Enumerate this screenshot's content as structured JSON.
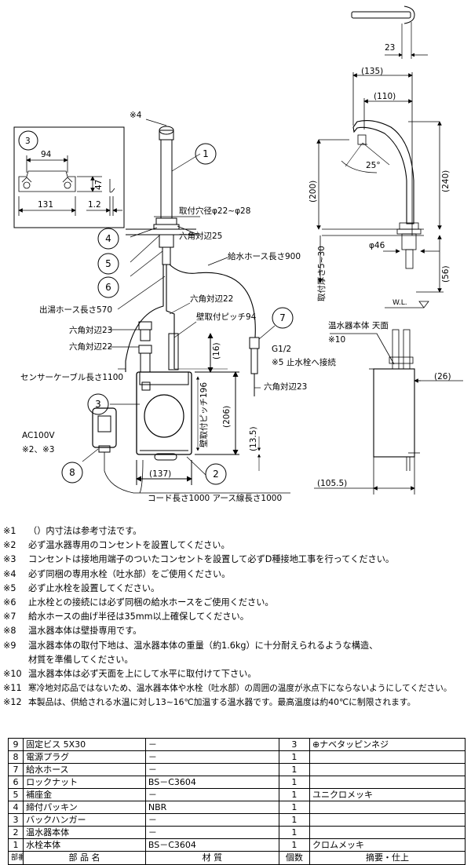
{
  "drawing": {
    "labels": {
      "note4": "※4",
      "dim_23": "23",
      "dim_135": "(135)",
      "dim_110": "(110)",
      "dim_200": "(200)",
      "dim_240": "(240)",
      "angle_25": "25°",
      "dim_phi46": "φ46",
      "dim_56": "(56)",
      "panel_thickness": "取付厚さ5~30",
      "wl": "W.L.",
      "heater_top": "温水器本体 天面",
      "note10": "※10",
      "dim_26": "(26)",
      "dim_105_5": "(105.5)",
      "hanger_94": "94",
      "hanger_47": "47",
      "hanger_131": "131",
      "hanger_1_2": "1.2",
      "hole_dia": "取付穴径φ22~φ28",
      "hex25": "六角対辺25",
      "supply_hose_len": "給水ホース長さ900",
      "hot_hose_len": "出湯ホース長さ570",
      "hex22_top": "六角対辺22",
      "wall_pitch_94": "壁取付ピッチ94",
      "hex23_left": "六角対辺23",
      "hex22_left": "六角対辺22",
      "dim_16": "(16)",
      "g12": "G1/2",
      "note5_text": "※5  止水栓へ接続",
      "hex23_right": "六角対辺23",
      "sensor_cable": "センサーケーブル長さ1100",
      "dim_206": "(206)",
      "wall_pitch_196": "壁取付ピッチ196",
      "dim_13_5": "(13.5)",
      "ac100v": "AC100V",
      "note23": "※2、※3",
      "dim_137": "(137)",
      "cord_len": "コード長さ1000  アース線長さ1000"
    },
    "callouts": [
      "1",
      "2",
      "3",
      "4",
      "5",
      "6",
      "7",
      "8",
      "3"
    ]
  },
  "notes": [
    {
      "mark": "※1",
      "text": "（）内寸法は参考寸法です。"
    },
    {
      "mark": "※2",
      "text": "必ず温水器専用のコンセントを設置してください。"
    },
    {
      "mark": "※3",
      "text": "コンセントは接地用端子のついたコンセントを設置して必ずD種接地工事を行ってください。"
    },
    {
      "mark": "※4",
      "text": "必ず同梱の専用水栓（吐水部）をご使用ください。"
    },
    {
      "mark": "※5",
      "text": "必ず止水栓を設置してください。"
    },
    {
      "mark": "※6",
      "text": "止水栓との接続には必ず同梱の給水ホースをご使用ください。"
    },
    {
      "mark": "※7",
      "text": "給水ホースの曲げ半径は35mm以上確保してください。"
    },
    {
      "mark": "※8",
      "text": "温水器本体は壁掛専用です。"
    },
    {
      "mark": "※9",
      "text": "温水器本体の取付下地は、温水器本体の重量（約1.6kg）に十分耐えられるような構造、"
    },
    {
      "mark": "",
      "text": "材質を準備してください。"
    },
    {
      "mark": "※10",
      "text": "温水器本体は必ず天面を上にして水平に取付けて下さい。"
    },
    {
      "mark": "※11",
      "text": "寒冷地対応品ではないため、温水器本体や水栓（吐水部）の周囲の温度が氷点下にならないようにしてください。"
    },
    {
      "mark": "※12",
      "text": "本製品は、供給される水温に対し13~16℃加温する温水器です。最高温度は約40℃に制限されます。"
    }
  ],
  "parts_table": {
    "header": {
      "no": "部番",
      "name": "部 品 名",
      "material": "材 質",
      "qty": "個数",
      "remarks": "摘要・仕上"
    },
    "rows": [
      {
        "no": "9",
        "name": "固定ビス 5X30",
        "material": "－",
        "qty": "3",
        "remarks": "⊕ナベタッピンネジ"
      },
      {
        "no": "8",
        "name": "電源プラグ",
        "material": "－",
        "qty": "1",
        "remarks": ""
      },
      {
        "no": "7",
        "name": "給水ホース",
        "material": "－",
        "qty": "1",
        "remarks": ""
      },
      {
        "no": "6",
        "name": "ロックナット",
        "material": "BS－C3604",
        "qty": "1",
        "remarks": ""
      },
      {
        "no": "5",
        "name": "補座金",
        "material": "－",
        "qty": "1",
        "remarks": "ユニクロメッキ"
      },
      {
        "no": "4",
        "name": "締付パッキン",
        "material": "NBR",
        "qty": "1",
        "remarks": ""
      },
      {
        "no": "3",
        "name": "バックハンガー",
        "material": "－",
        "qty": "1",
        "remarks": ""
      },
      {
        "no": "2",
        "name": "温水器本体",
        "material": "－",
        "qty": "1",
        "remarks": ""
      },
      {
        "no": "1",
        "name": "水栓本体",
        "material": "BS－C3604",
        "qty": "1",
        "remarks": "クロムメッキ"
      }
    ]
  }
}
